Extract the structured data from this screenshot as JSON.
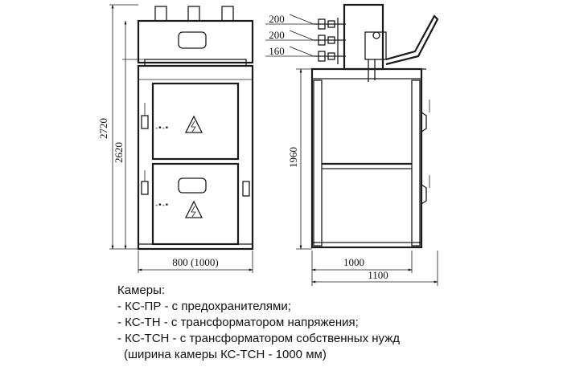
{
  "dimensions": {
    "total_height": "2720",
    "cabinet_height": "2620",
    "front_width": "800 (1000)",
    "side_height": "1960",
    "bus_spacing_1": "200",
    "bus_spacing_2": "200",
    "bus_spacing_3": "160",
    "side_depth_inner": "1000",
    "side_depth_total": "1100"
  },
  "legend": {
    "title": "Камеры:",
    "items": [
      "- КС-ПР - с предохранителями;",
      "- КС-ТН - с трансформатором напряжения;",
      "- КС-ТСН - с трансформатором собственных нужд"
    ],
    "note": "(ширина камеры КС-ТСН - 1000 мм)"
  }
}
